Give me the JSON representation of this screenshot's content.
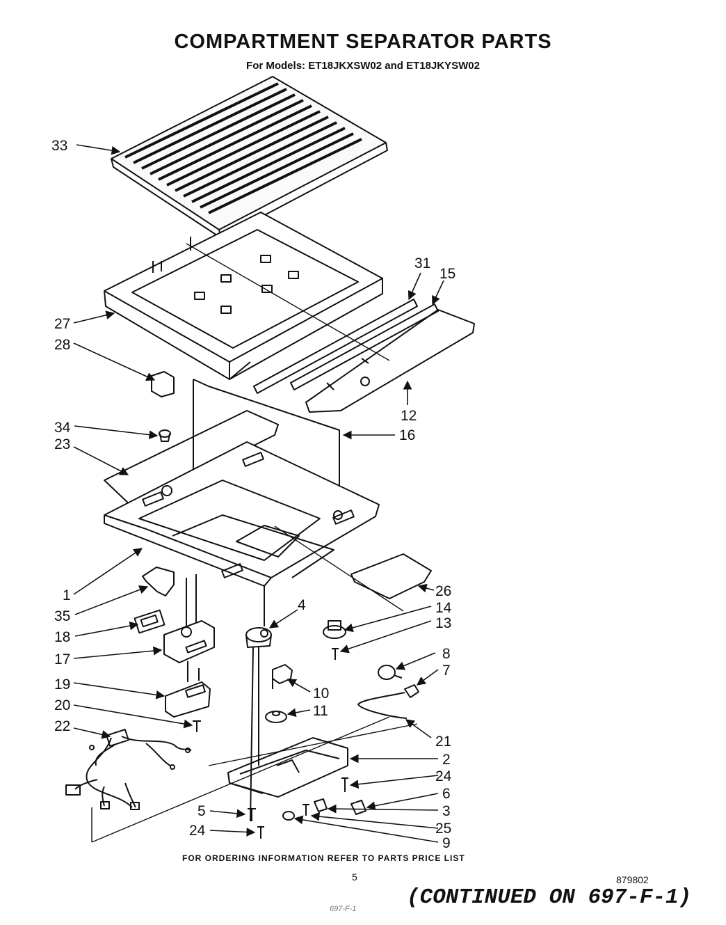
{
  "page": {
    "title": "COMPARTMENT SEPARATOR PARTS",
    "subtitle": "For Models: ET18JKXSW02 and ET18JKYSW02",
    "footer_note": "FOR ORDERING INFORMATION REFER TO PARTS PRICE LIST",
    "page_number": "5",
    "doc_code": "879802",
    "continued": "(CONTINUED ON 697-F-1)",
    "handwritten": "697-F-1"
  },
  "callouts": [
    {
      "id": "33",
      "text": "33"
    },
    {
      "id": "31",
      "text": "31"
    },
    {
      "id": "15",
      "text": "15"
    },
    {
      "id": "27",
      "text": "27"
    },
    {
      "id": "28",
      "text": "28"
    },
    {
      "id": "12",
      "text": "12"
    },
    {
      "id": "34",
      "text": "34"
    },
    {
      "id": "23",
      "text": "23"
    },
    {
      "id": "16",
      "text": "16"
    },
    {
      "id": "1",
      "text": "1"
    },
    {
      "id": "26",
      "text": "26"
    },
    {
      "id": "35",
      "text": "35"
    },
    {
      "id": "4",
      "text": "4"
    },
    {
      "id": "14",
      "text": "14"
    },
    {
      "id": "18",
      "text": "18"
    },
    {
      "id": "13",
      "text": "13"
    },
    {
      "id": "17",
      "text": "17"
    },
    {
      "id": "8",
      "text": "8"
    },
    {
      "id": "7",
      "text": "7"
    },
    {
      "id": "19",
      "text": "19"
    },
    {
      "id": "10",
      "text": "10"
    },
    {
      "id": "20",
      "text": "20"
    },
    {
      "id": "11",
      "text": "11"
    },
    {
      "id": "22",
      "text": "22"
    },
    {
      "id": "21",
      "text": "21"
    },
    {
      "id": "2",
      "text": "2"
    },
    {
      "id": "24a",
      "text": "24"
    },
    {
      "id": "6",
      "text": "6"
    },
    {
      "id": "5",
      "text": "5"
    },
    {
      "id": "3",
      "text": "3"
    },
    {
      "id": "25",
      "text": "25"
    },
    {
      "id": "24b",
      "text": "24"
    },
    {
      "id": "9",
      "text": "9"
    }
  ]
}
